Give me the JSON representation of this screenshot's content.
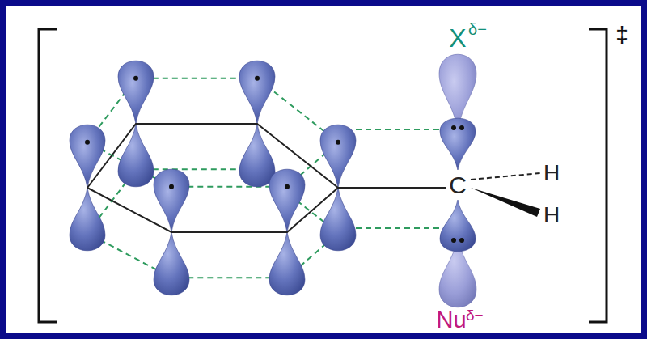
{
  "diagram": {
    "labels": [
      "X",
      "δ−",
      "Nu",
      "δ−",
      "C",
      "H",
      "H",
      "‡"
    ]
  }
}
